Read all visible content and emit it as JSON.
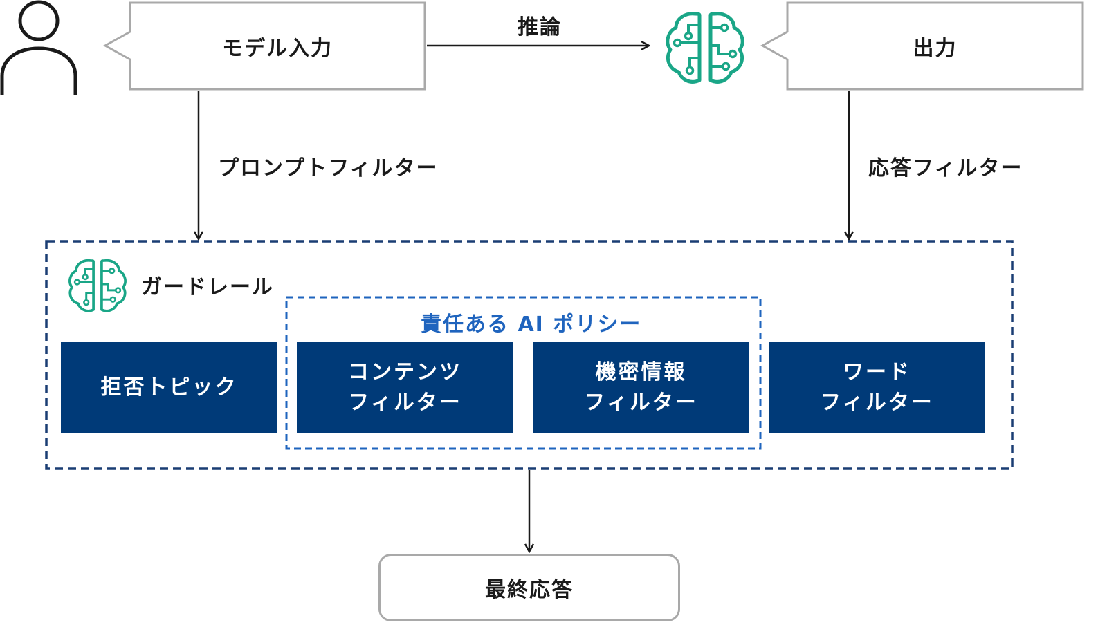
{
  "input_box": {
    "label": "モデル入力"
  },
  "output_box": {
    "label": "出力"
  },
  "inference_label": "推論",
  "prompt_filter_label": "プロンプトフィルター",
  "response_filter_label": "応答フィルター",
  "guardrail": {
    "title": "ガードレール",
    "policy_group_title": "責任ある AI ポリシー",
    "filters": [
      {
        "line1": "拒否トピック",
        "line2": ""
      },
      {
        "line1": "コンテンツ",
        "line2": "フィルター"
      },
      {
        "line1": "機密情報",
        "line2": "フィルター"
      },
      {
        "line1": "ワード",
        "line2": "フィルター"
      }
    ]
  },
  "final_response": "最終応答",
  "colors": {
    "filter_fill": "#003a78",
    "guardrail_border": "#1a3d73",
    "policy_border": "#1f64be",
    "brain_icon": "#1aa687",
    "bubble_border": "#a9a9a9"
  },
  "icons": [
    "user-icon",
    "brain-circuit-icon",
    "arrow-icon"
  ]
}
